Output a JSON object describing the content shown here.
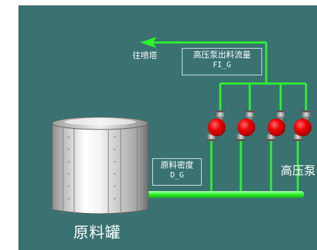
{
  "scada": {
    "destination_label": "往喷塔",
    "flow_meter": {
      "title": "高压泵出料流量",
      "tag": "FI_G"
    },
    "density_meter": {
      "title": "原料密度",
      "tag": "D_G"
    },
    "pump_group_label": "高压泵",
    "tank_label": "原料罐",
    "pump_count": 4
  },
  "colors": {
    "background": "#3a7272",
    "pipe": "#2cf52c",
    "pump_body": "#e00000",
    "valve_body": "#a8a8a8",
    "text": "#ffffff"
  }
}
